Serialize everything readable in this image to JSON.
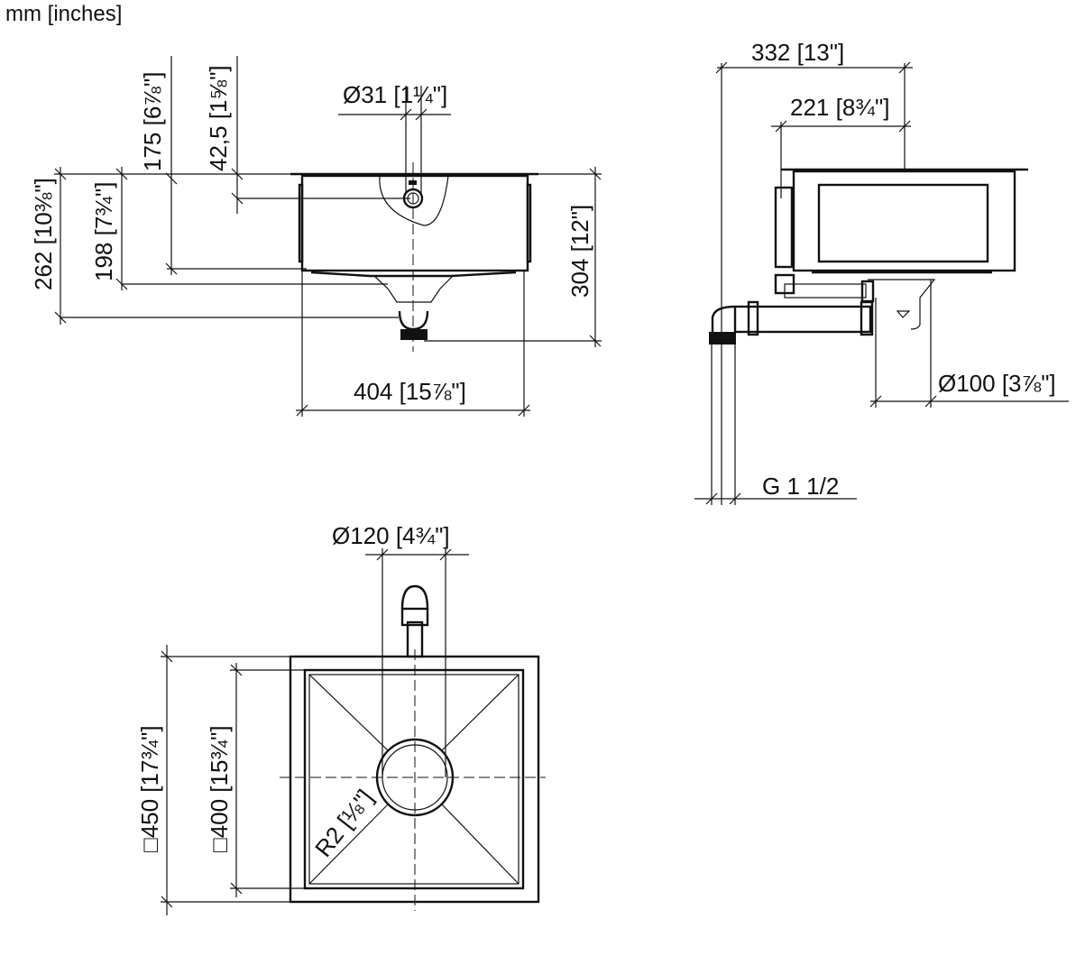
{
  "units_label": "mm [inches]",
  "front_view": {
    "faucet_hole": "Ø31 [1¼\"]",
    "depth_175": "175 [6⅞\"]",
    "hole_offset": "42,5 [1⅝\"]",
    "overall_262": "262 [10⅜\"]",
    "depth_198": "198 [7¾\"]",
    "height_304": "304 [12\"]",
    "width_404": "404 [15⅞\"]"
  },
  "side_view": {
    "depth_332": "332 [13\"]",
    "depth_221": "221 [8¾\"]",
    "drain_100": "Ø100 [3⅞\"]",
    "thread": "G 1 1/2"
  },
  "top_view": {
    "drain_120": "Ø120 [4¾\"]",
    "outer_450": "□450 [17¾\"]",
    "inner_400": "□400 [15¾\"]",
    "radius": "R2 [⅛\"]"
  }
}
